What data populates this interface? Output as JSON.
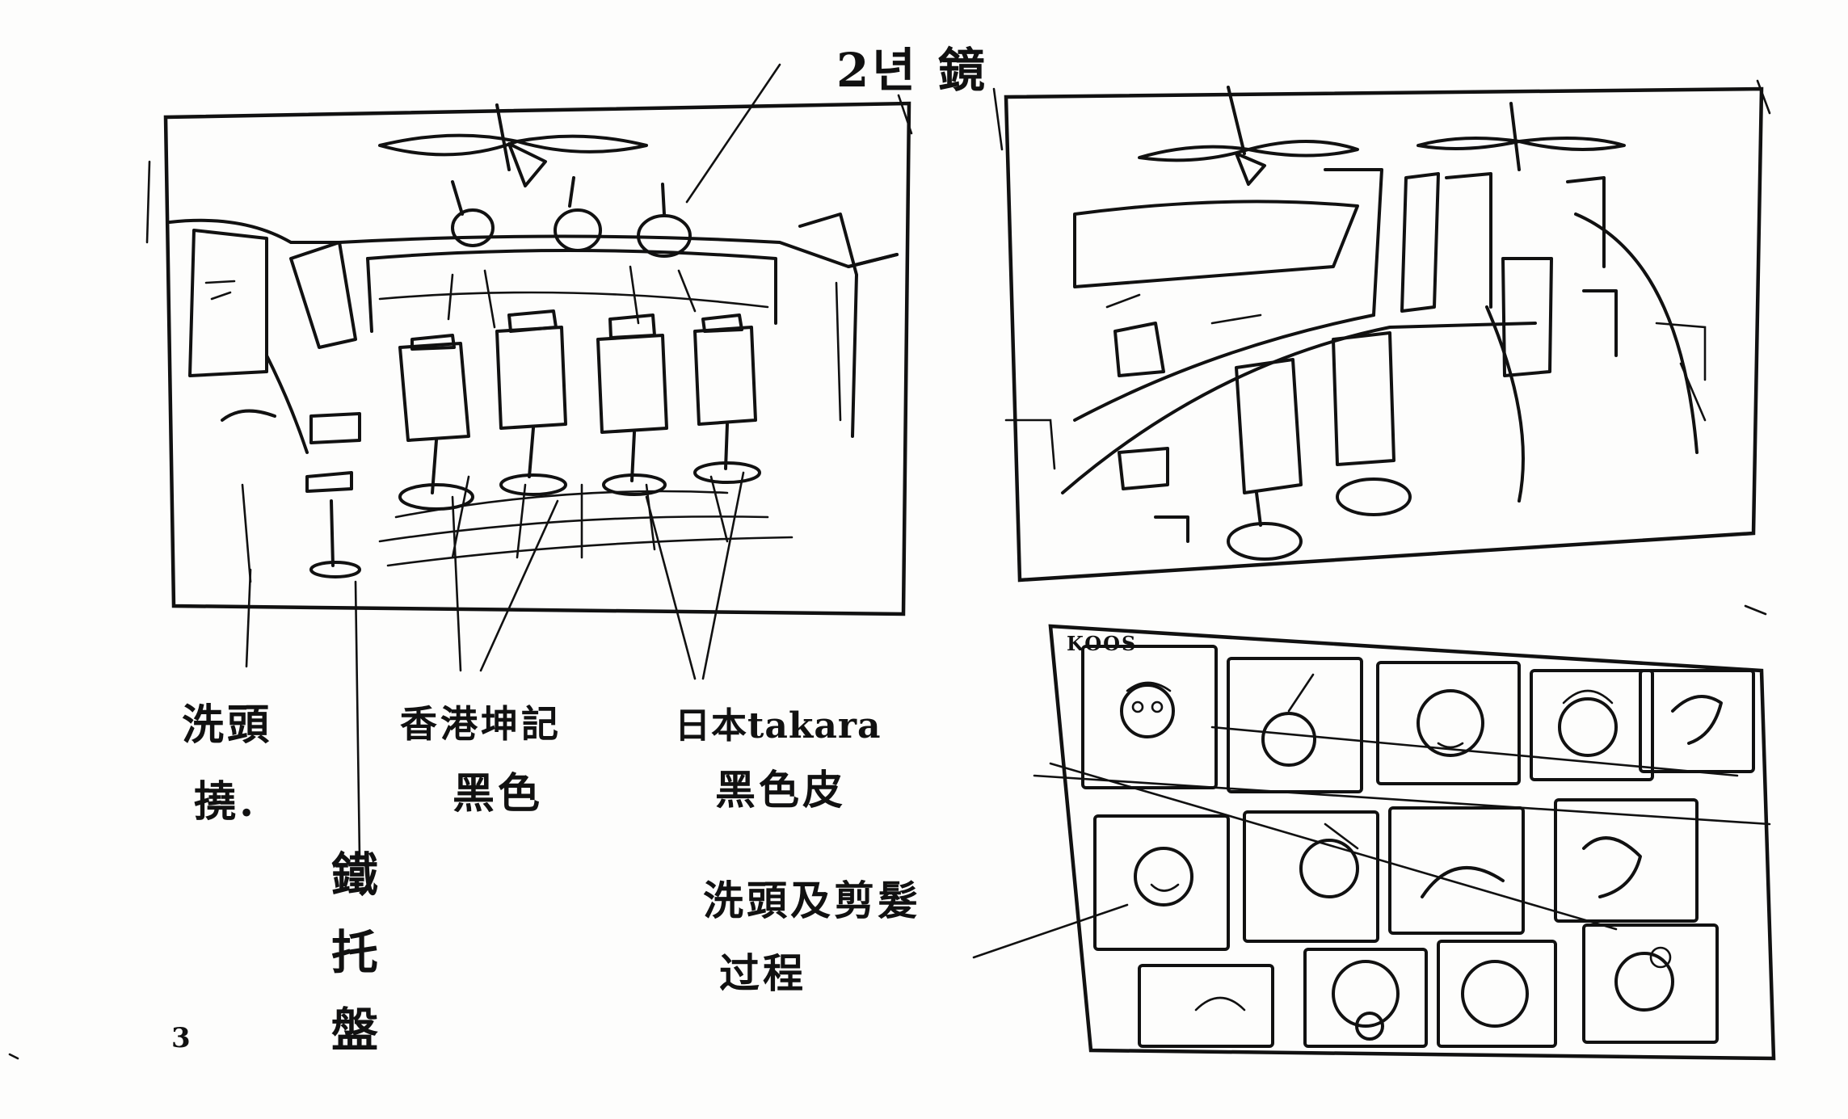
{
  "annotations": {
    "top_label": "2년 鏡",
    "left_label_1_line1": "洗頭",
    "left_label_1_line2": "撓.",
    "left_label_2": "鐵托盤",
    "center_label_line1": "香港坤記",
    "center_label_line2": "黑色",
    "right_label_line1": "日本takara",
    "right_label_line2": "黑色皮",
    "grid_label_line1": "洗頭及剪髮",
    "grid_label_line2": "过程",
    "grid_tag": "KOOS"
  },
  "page_marks": {
    "corner_mark": "3"
  },
  "storyboard": {
    "panels": [
      "salon-front-view",
      "salon-angle-view",
      "process-thumbnail-grid"
    ],
    "grid_rows": [
      5,
      4,
      4
    ]
  }
}
